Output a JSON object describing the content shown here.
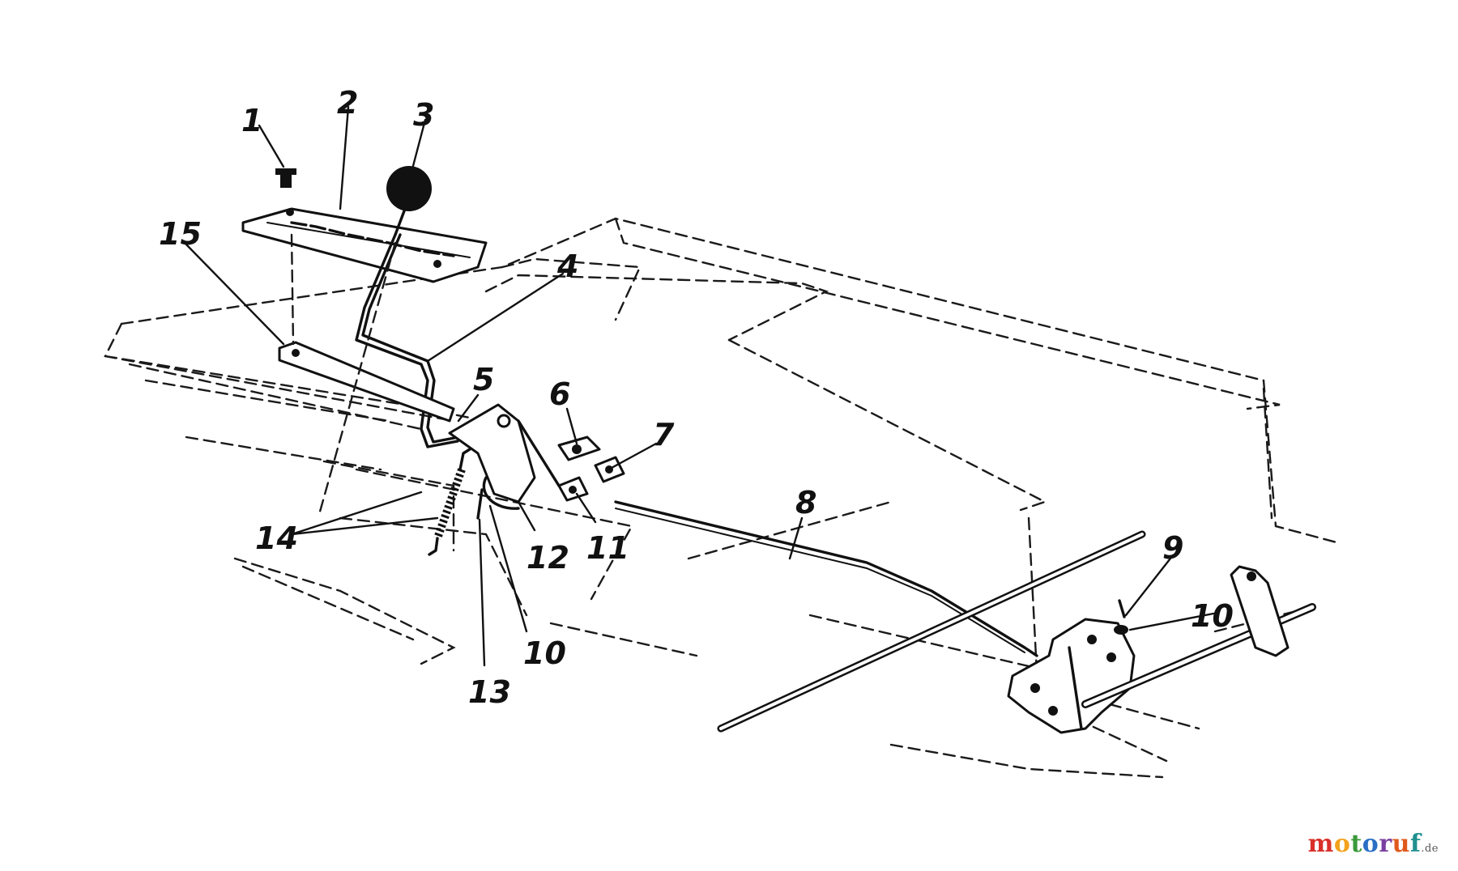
{
  "callouts": [
    "1",
    "2",
    "3",
    "4",
    "5",
    "6",
    "7",
    "8",
    "9",
    "10",
    "11",
    "12",
    "13",
    "14",
    "15",
    "10"
  ],
  "watermark": {
    "brand": "motoruf",
    "tld": ".de",
    "colors": [
      "#d9302a",
      "#f2a21c",
      "#3a9a3a",
      "#2a6fc4",
      "#7a3fa0",
      "#e05a1c",
      "#1f8f8f"
    ]
  }
}
